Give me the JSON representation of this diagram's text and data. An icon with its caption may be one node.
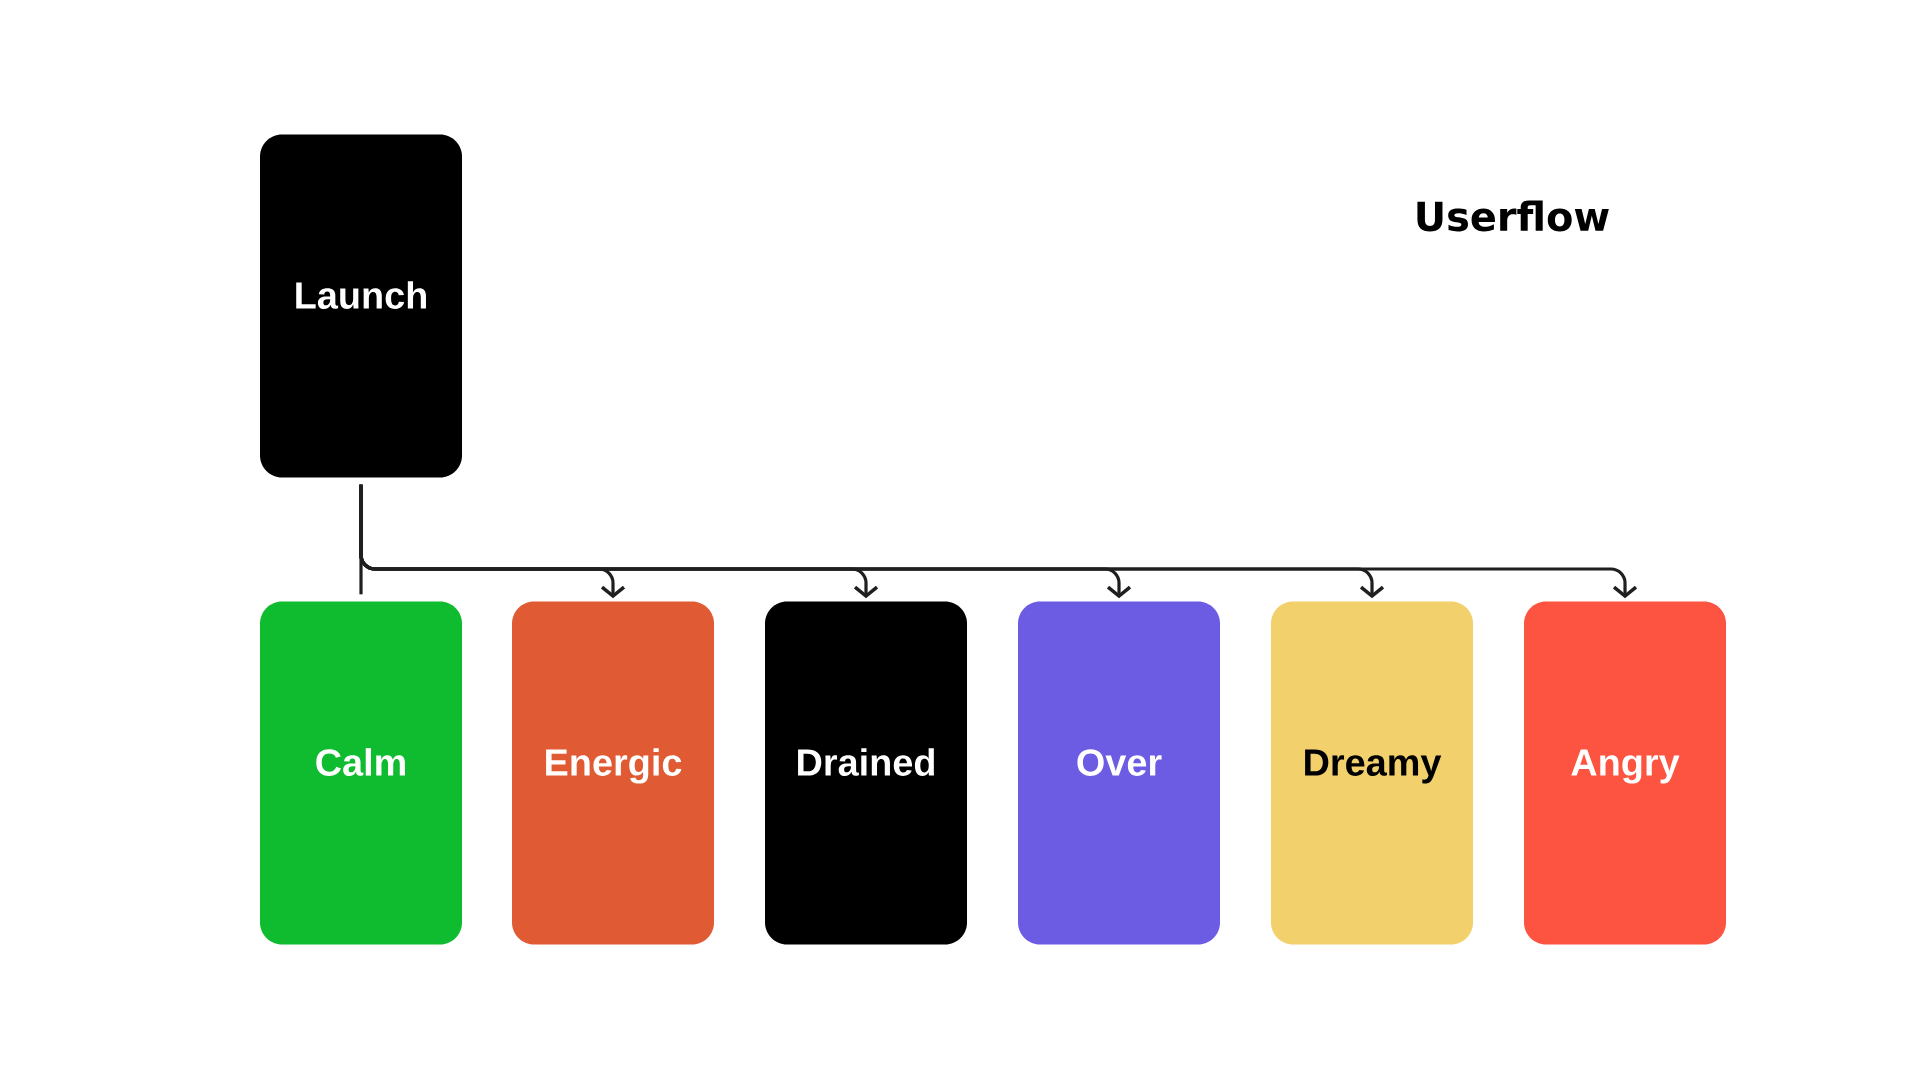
{
  "diagram": {
    "title": "Userflow",
    "nodes": [
      {
        "text": [
          "Launch"
        ]
      },
      {
        "text": [
          "Calm"
        ]
      },
      {
        "text": [
          "Energic"
        ]
      },
      {
        "text": [
          "Drained"
        ]
      },
      {
        "text": [
          "Over"
        ]
      },
      {
        "text": [
          "Dreamy"
        ]
      },
      {
        "text": [
          "Angry"
        ]
      }
    ],
    "edges": [
      {
        "from": 0,
        "to": 1,
        "arrow": "none"
      },
      {
        "from": 0,
        "to": 2,
        "arrow": "to"
      },
      {
        "from": 0,
        "to": 3,
        "arrow": "to"
      },
      {
        "from": 0,
        "to": 4,
        "arrow": "to"
      },
      {
        "from": 0,
        "to": 5,
        "arrow": "to"
      },
      {
        "from": 0,
        "to": 6,
        "arrow": "to"
      }
    ]
  }
}
